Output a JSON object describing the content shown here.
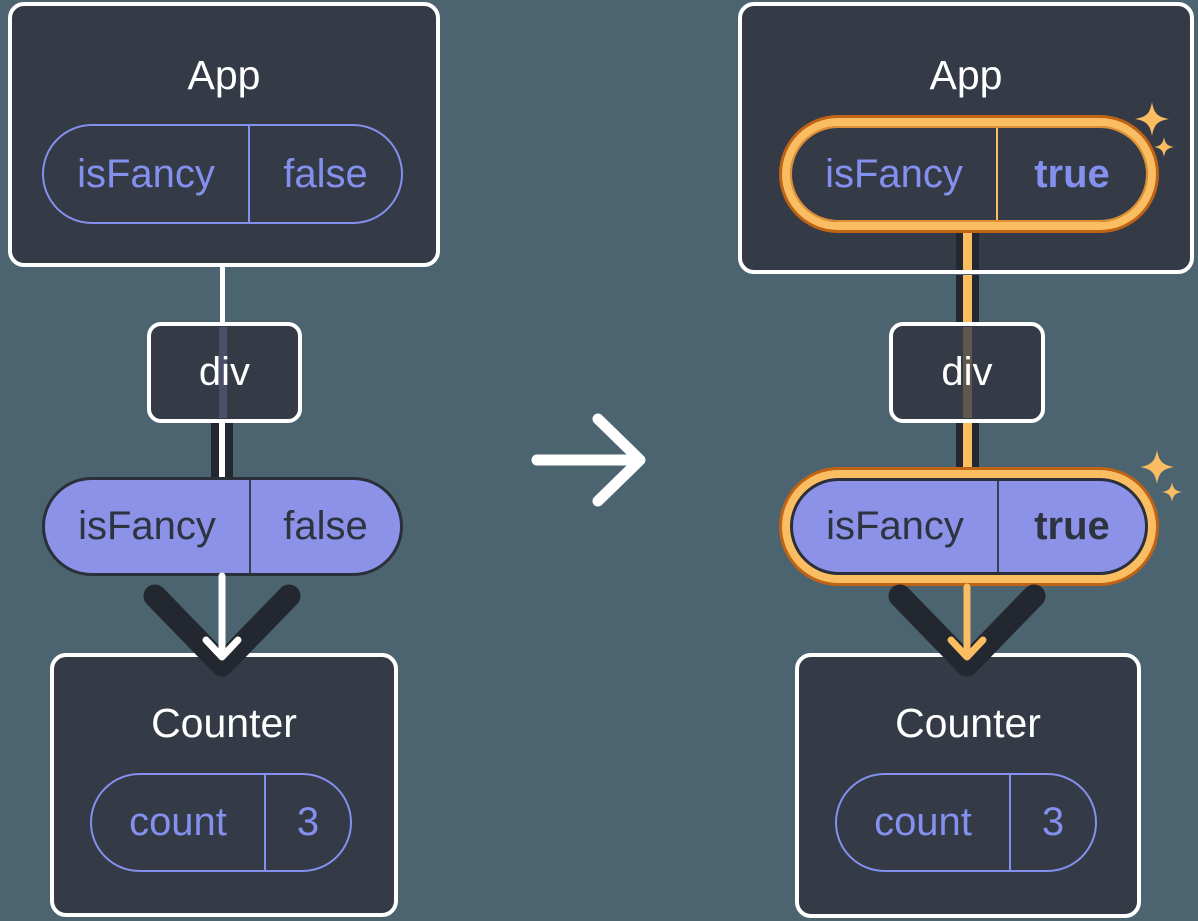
{
  "colors": {
    "background": "#4C6470",
    "card": "#343A46",
    "ink": "#23272F",
    "white": "#FFFFFF",
    "purple": "#8490EE",
    "purple_fill": "#8B92E8",
    "text_on_fill": "#2E3340",
    "orange": "#FABD62",
    "orange_dark": "#BF6315"
  },
  "icons": [
    "arrow-right-icon",
    "arrow-down-icon",
    "sparkle-icon"
  ],
  "before": {
    "app": {
      "title": "App",
      "state_name": "isFancy",
      "state_value": "false"
    },
    "div_label": "div",
    "prop_name": "isFancy",
    "prop_value": "false",
    "counter": {
      "title": "Counter",
      "state_name": "count",
      "state_value": "3"
    }
  },
  "after": {
    "app": {
      "title": "App",
      "state_name": "isFancy",
      "state_value": "true"
    },
    "div_label": "div",
    "prop_name": "isFancy",
    "prop_value": "true",
    "counter": {
      "title": "Counter",
      "state_name": "count",
      "state_value": "3"
    }
  }
}
